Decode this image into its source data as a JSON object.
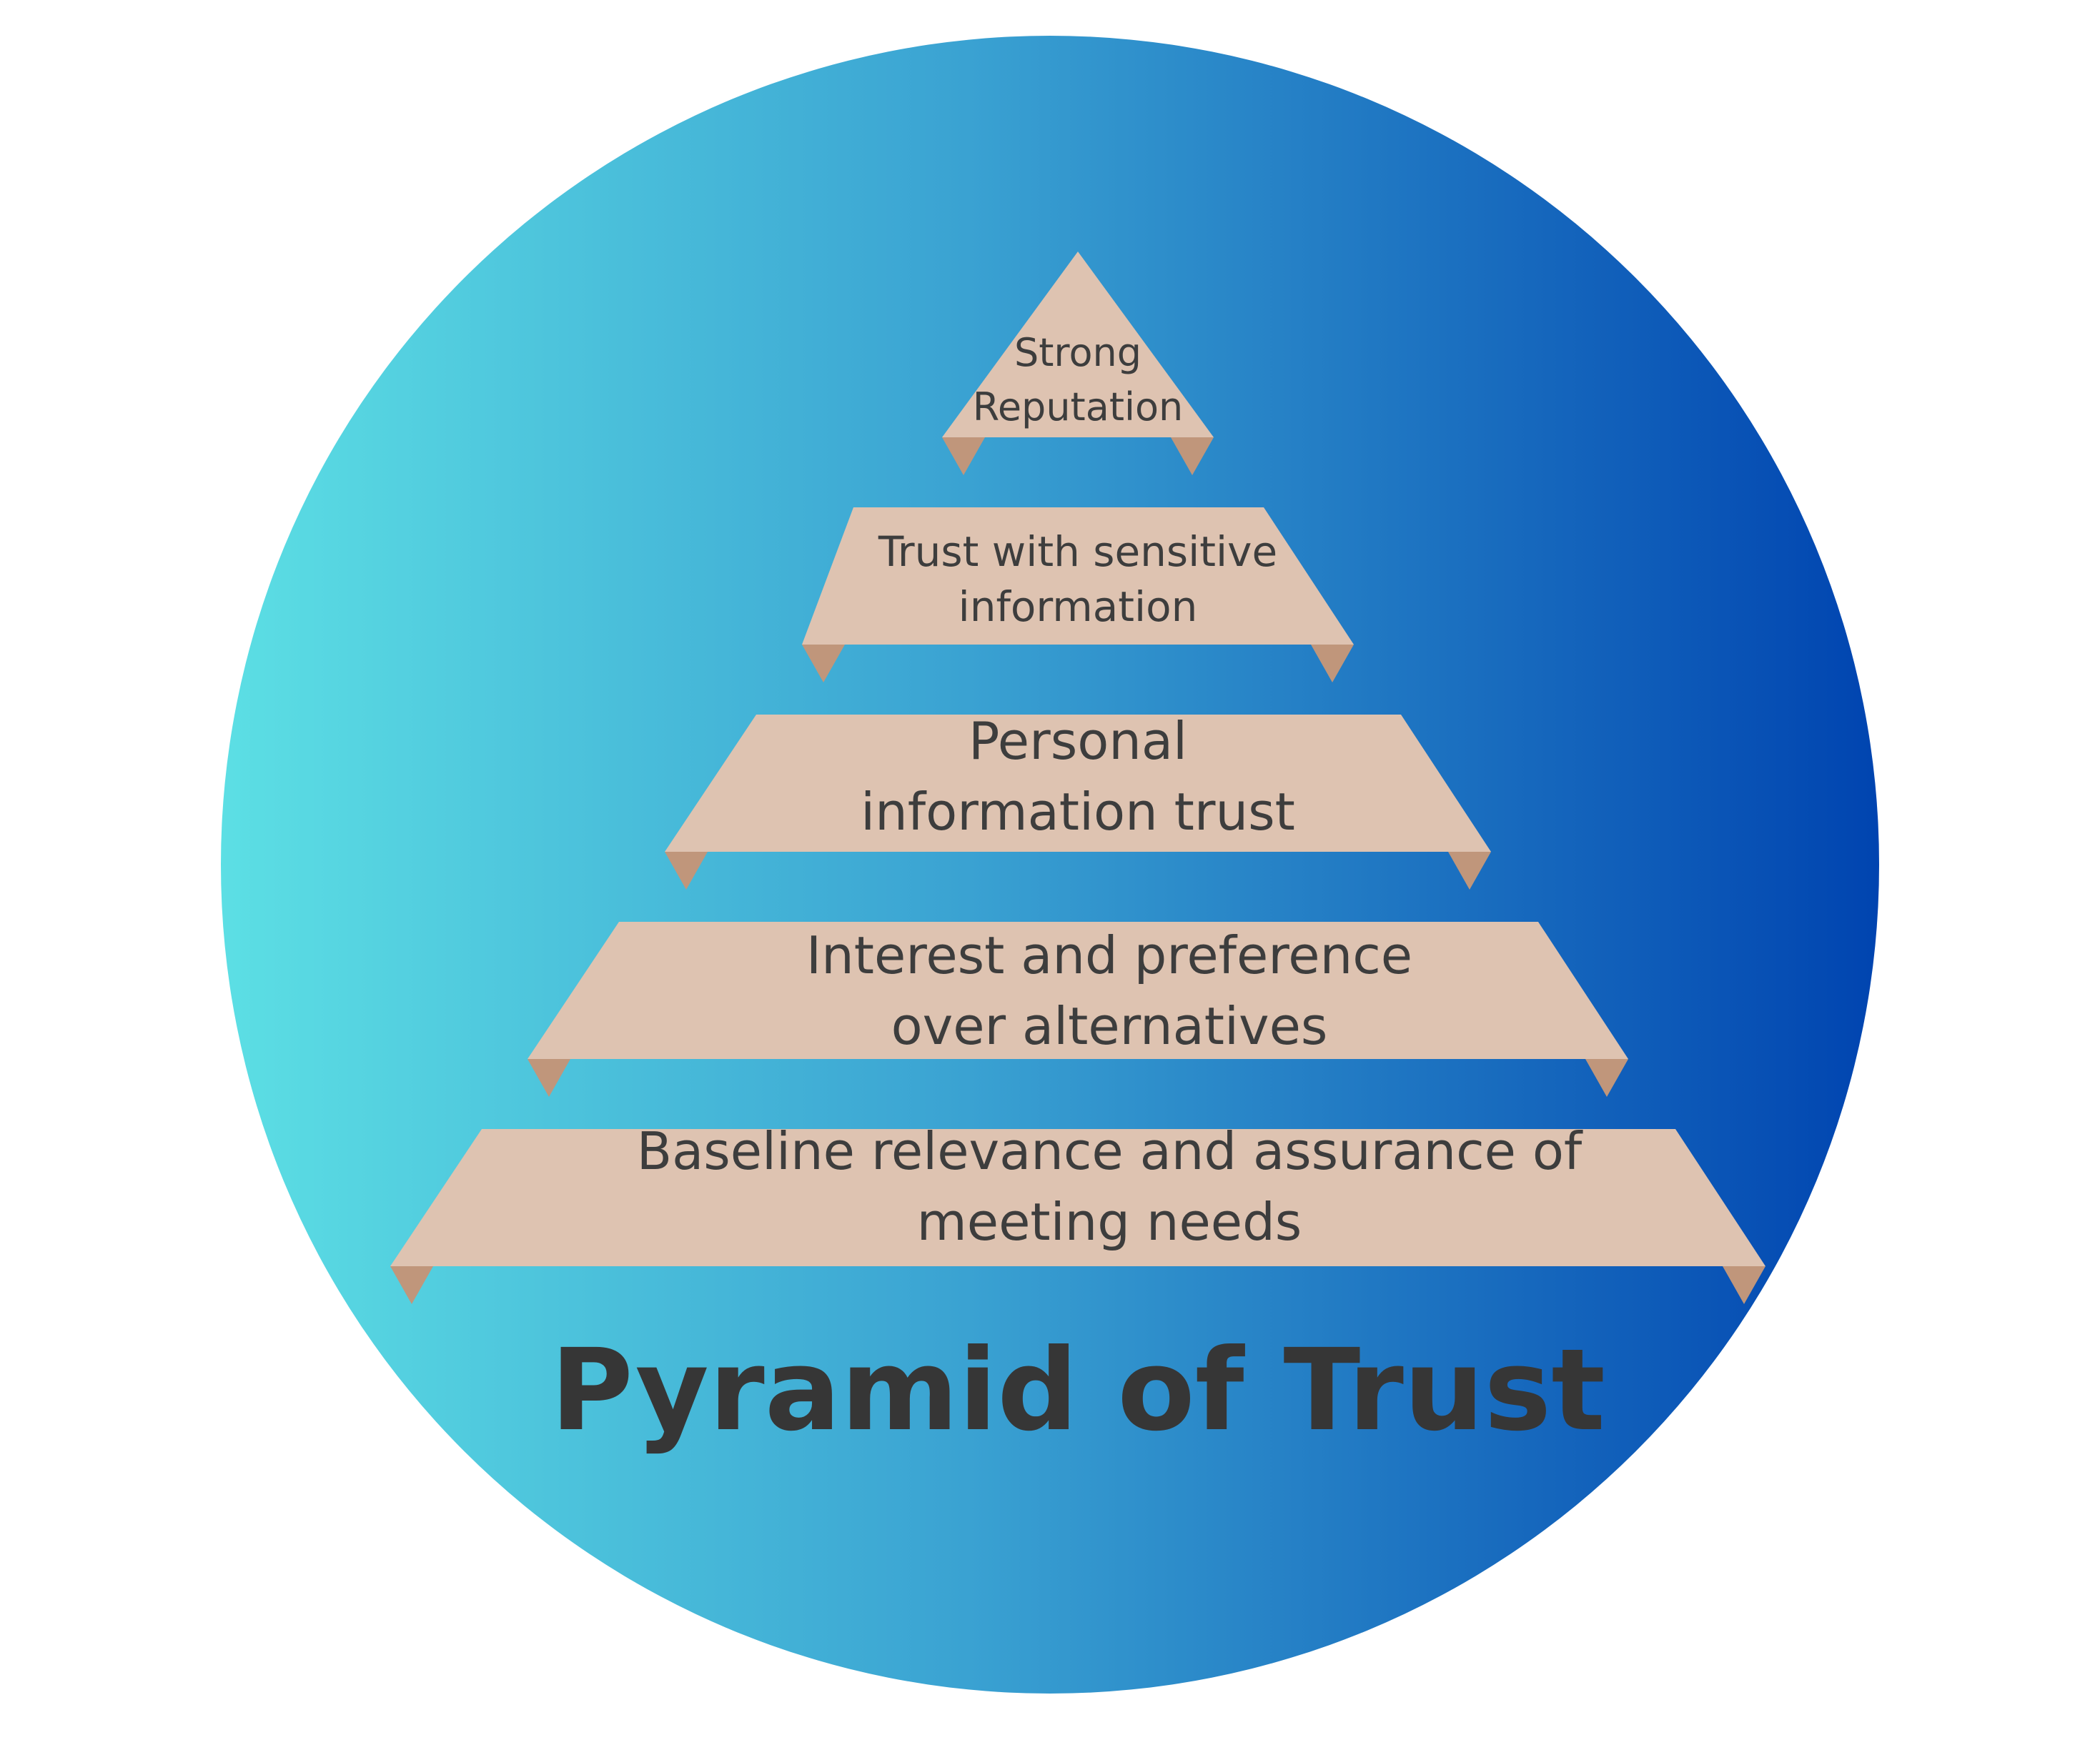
{
  "diagram": {
    "title": "Pyramid of Trust",
    "colors": {
      "circle_gradient_start": "#5cdfe4",
      "circle_gradient_mid": "#3aa2d2",
      "circle_gradient_end": "#0044b0",
      "tier_fill": "#dec3b1",
      "tier_fold": "#c0967b",
      "text": "#3d3d3d"
    },
    "tiers": [
      {
        "level": 5,
        "lines": [
          "Strong",
          "Reputation"
        ]
      },
      {
        "level": 4,
        "lines": [
          "Trust with sensitive",
          "information"
        ]
      },
      {
        "level": 3,
        "lines": [
          "Personal",
          "information trust"
        ]
      },
      {
        "level": 2,
        "lines": [
          "Interest and preference",
          "over alternatives"
        ]
      },
      {
        "level": 1,
        "lines": [
          "Baseline relevance and assurance of",
          "meeting needs"
        ]
      }
    ]
  }
}
